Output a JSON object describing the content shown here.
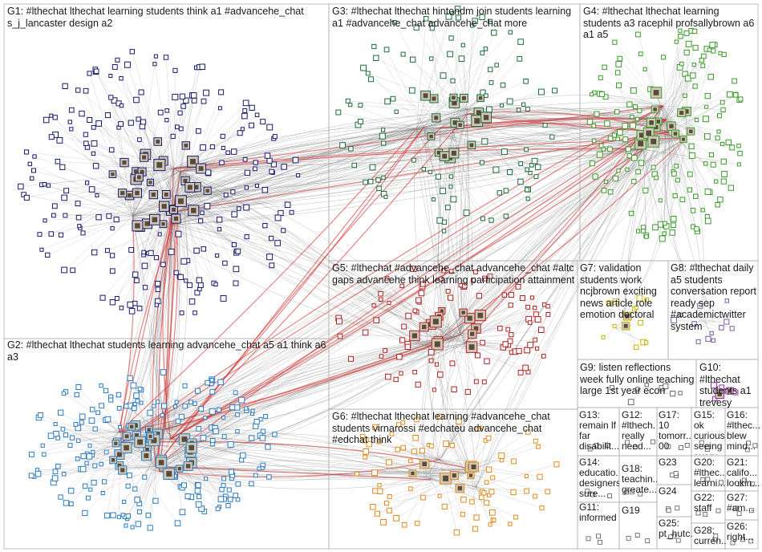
{
  "groups": [
    {
      "id": "G1",
      "label": "G1: #lthechat lthechat learning students think a1 #advancehe_chat s_j_lancaster design a2"
    },
    {
      "id": "G2",
      "label": "G2: #lthechat lthechat students learning advancehe_chat a5 a1 think a6 a3"
    },
    {
      "id": "G3",
      "label": "G3: #lthechat lthechat hintondm join students learning a1 #advancehe_chat advancehe_chat more"
    },
    {
      "id": "G4",
      "label": "G4: #lthechat lthechat learning students a3 racephil profsallybrown a6 a1 a5"
    },
    {
      "id": "G5",
      "label": "G5: #lthechat #advancehe_chat advancehe_chat #altc gaps advancehe think learning participation attainment"
    },
    {
      "id": "G6",
      "label": "G6: #lthechat lthechat learning #advancehe_chat students virnarossi #edchateu advancehe_chat #edchat think"
    },
    {
      "id": "G7",
      "label": "G7: validation students work ncjbrown exciting news article role emotion doctoral"
    },
    {
      "id": "G8",
      "label": "G8: #lthechat daily a5 students conversation report ready sep #academictwitter system"
    },
    {
      "id": "G9",
      "label": "G9: listen reflections week fully online teaching large 1st year econ"
    },
    {
      "id": "G10",
      "label": "G10: #lthechat students a1 trevesy"
    },
    {
      "id": "G11",
      "label": "G11: informed"
    },
    {
      "id": "G12",
      "label": "G12: #lthech... really need..."
    },
    {
      "id": "G13",
      "label": "G13: remain lf far disabilit..."
    },
    {
      "id": "G14",
      "label": "G14: educatio... designers sure..."
    },
    {
      "id": "G15",
      "label": "G15: ok curious seeing every..."
    },
    {
      "id": "G16",
      "label": "G16: #lthec... blew mind..."
    },
    {
      "id": "G17",
      "label": "G17: 10 tomorr... 00"
    },
    {
      "id": "G18",
      "label": "G18: teachin... greate..."
    },
    {
      "id": "G19",
      "label": "G19"
    },
    {
      "id": "G20",
      "label": "G20: #lthec... learni..."
    },
    {
      "id": "G21",
      "label": "G21: califo... lookin..."
    },
    {
      "id": "G22",
      "label": "G22: staff #lthec..."
    },
    {
      "id": "G23",
      "label": "G23"
    },
    {
      "id": "G24",
      "label": "G24"
    },
    {
      "id": "G25",
      "label": "G25: pt_hutc..."
    },
    {
      "id": "G26",
      "label": "G26: right..."
    },
    {
      "id": "G27",
      "label": "G27: #am..."
    },
    {
      "id": "G28",
      "label": "G28: curren..."
    }
  ],
  "colors": {
    "G1": "#1a1a6e",
    "G2": "#2b7bbf",
    "G3": "#1f6b3a",
    "G4": "#3a9a2a",
    "G5": "#b22222",
    "G6": "#e08a1e",
    "G7": "#c8b400",
    "G8": "#7a5ca8",
    "G9": "#6a6a6a",
    "G10": "#9c27b0",
    "edge": "#8a8a8a",
    "edge_strong": "#d63030",
    "frame": "#b0b0b0"
  }
}
